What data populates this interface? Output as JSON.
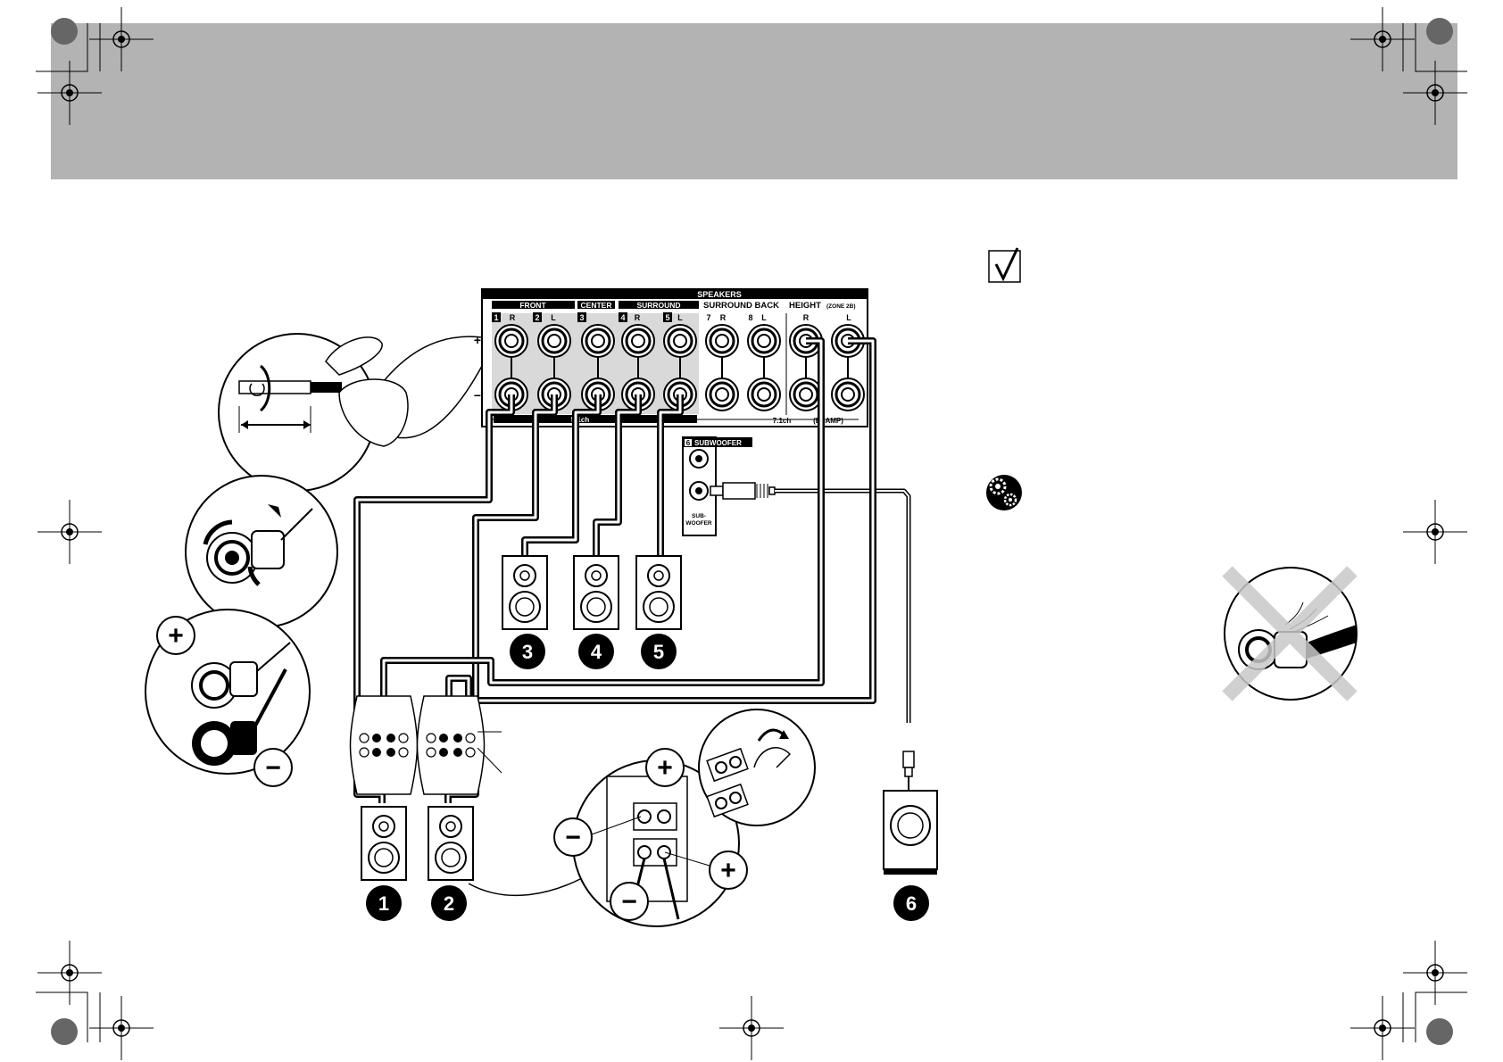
{
  "panel": {
    "title": "SPEAKERS",
    "groups": {
      "front": "FRONT",
      "center": "CENTER",
      "surround": "SURROUND",
      "surround_back": "SURROUND BACK",
      "height": "HEIGHT",
      "height_zone": "(ZONE 2B)"
    },
    "terminals": {
      "t1": {
        "num": "1",
        "side": "R"
      },
      "t2": {
        "num": "2",
        "side": "L"
      },
      "t3": {
        "num": "3"
      },
      "t4": {
        "num": "4",
        "side": "R"
      },
      "t5": {
        "num": "5",
        "side": "L"
      },
      "t7": {
        "num": "7",
        "side": "R"
      },
      "t8": {
        "num": "8",
        "side": "L"
      },
      "h_r": "R",
      "h_l": "L"
    },
    "plus_sign": "+",
    "minus_sign": "−",
    "bottom_bar": {
      "ch5": "5.1ch",
      "ch7": "7.1ch",
      "biamp": "(BI-AMP)"
    },
    "subwoofer": {
      "num": "6",
      "label": "SUBWOOFER",
      "jack_line1": "SUB-",
      "jack_line2": "WOOFER"
    }
  },
  "speaker_numbers": [
    "1",
    "2",
    "3",
    "4",
    "5",
    "6"
  ],
  "polarity": {
    "plus": "+",
    "minus": "−"
  },
  "icons": [
    "checkmark-icon",
    "settings-gear-icon",
    "prohibited-x-icon"
  ],
  "colors": {
    "banner": "#b3b3b3",
    "line": "#000000",
    "panel_shade": "#d9d9d9"
  }
}
